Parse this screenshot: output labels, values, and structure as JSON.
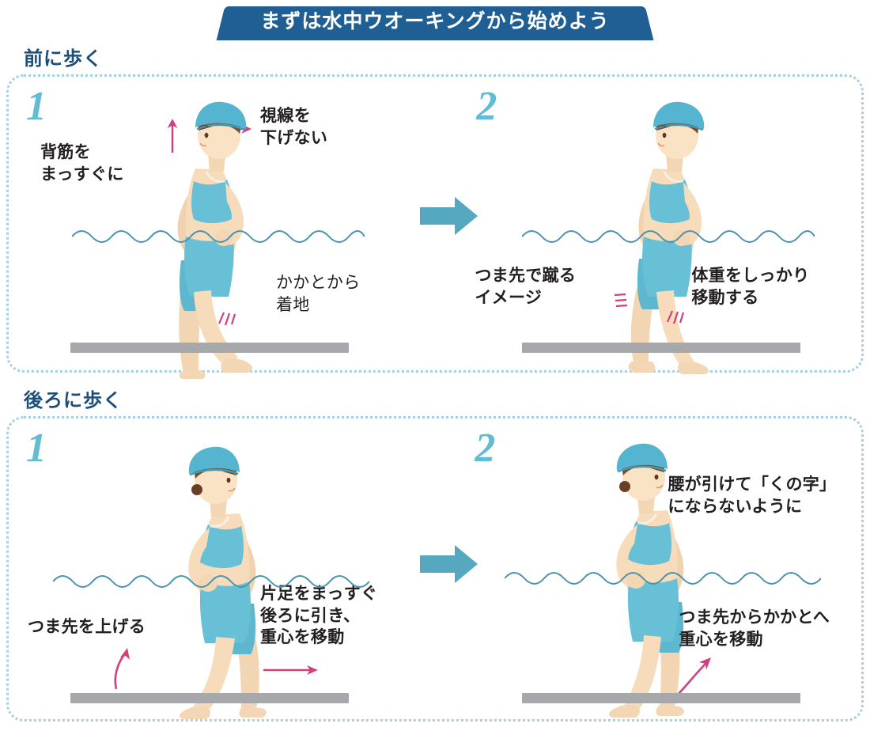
{
  "title": {
    "text": "まずは水中ウオーキングから始めよう",
    "banner_color": "#1f5f94",
    "text_color": "#ffffff"
  },
  "palette": {
    "accent_blue": "#62bcd4",
    "dotted_border": "#a8cfe0",
    "heading_blue": "#1b4f79",
    "pink_arrow": "#d0407f",
    "teal_arrow": "#56a8c0",
    "floor_gray": "#a6a8ab",
    "water_line": "#4a93ad",
    "skin": "#f5d9b8",
    "swimsuit": "#68c0d6",
    "cap": "#55b4cf",
    "hair": "#7b4a2d"
  },
  "sections": [
    {
      "id": "walk-forward",
      "heading": "前に歩く",
      "steps": [
        {
          "number": "1",
          "callouts": [
            {
              "name": "posture",
              "text": "背筋を\nまっすぐに",
              "arrow": "up"
            },
            {
              "name": "gaze",
              "text": "視線を\n下げない",
              "arrow": "right"
            },
            {
              "name": "heel-landing",
              "text": "かかとから\n着地",
              "arrow": "none"
            }
          ]
        },
        {
          "number": "2",
          "callouts": [
            {
              "name": "toe-kick",
              "text": "つま先で蹴る\nイメージ",
              "arrow": "ticks"
            },
            {
              "name": "weight-shift",
              "text": "体重をしっかり\n移動する",
              "arrow": "ticks"
            }
          ]
        }
      ]
    },
    {
      "id": "walk-backward",
      "heading": "後ろに歩く",
      "steps": [
        {
          "number": "1",
          "callouts": [
            {
              "name": "lift-toes",
              "text": "つま先を上げる",
              "arrow": "curve-up"
            },
            {
              "name": "leg-back",
              "text": "片足をまっすぐ\n後ろに引き、\n重心を移動",
              "arrow": "right"
            }
          ]
        },
        {
          "number": "2",
          "callouts": [
            {
              "name": "hip-posture",
              "text": "腰が引けて「くの字」\nにならないように",
              "arrow": "none"
            },
            {
              "name": "toe-to-heel",
              "text": "つま先からかかとへ\n重心を移動",
              "arrow": "diag-up"
            }
          ]
        }
      ]
    }
  ],
  "icons": {
    "step_arrow": "right-arrow-icon",
    "water": "water-line-icon",
    "floor": "floor-bar-icon"
  }
}
